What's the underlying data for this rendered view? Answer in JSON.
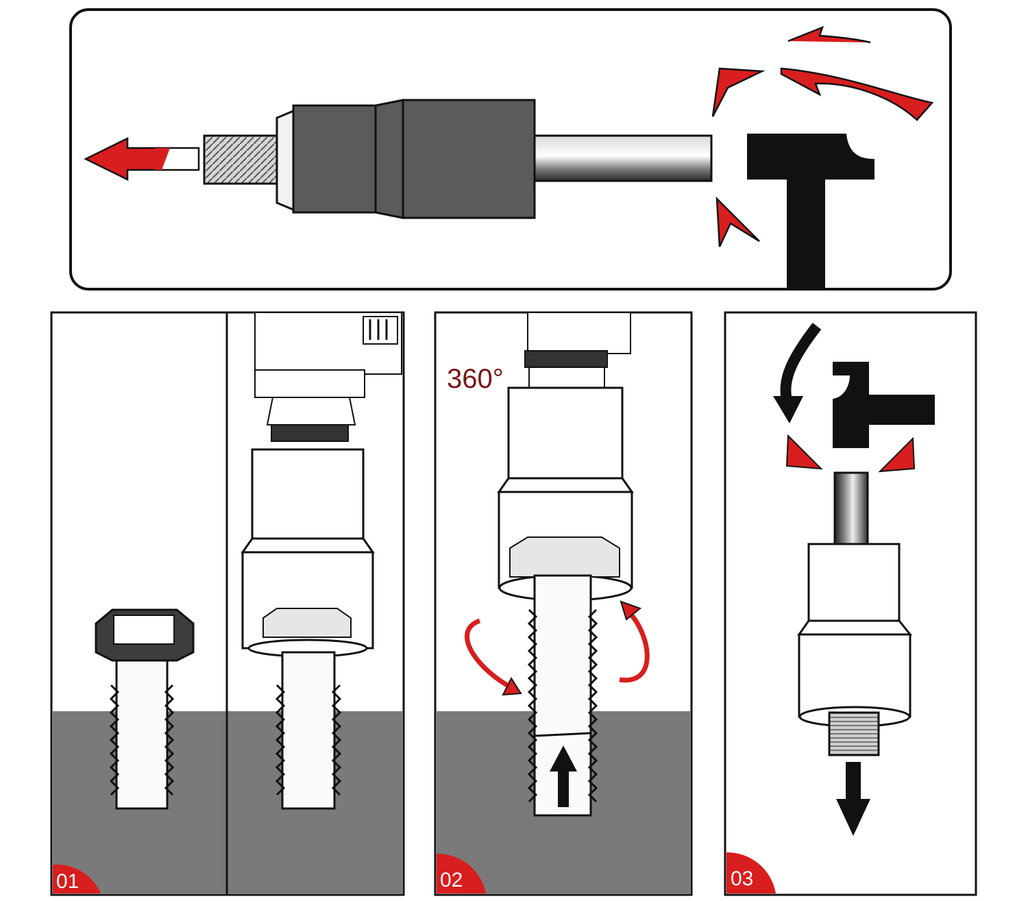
{
  "colors": {
    "accent_red": "#d81e1e",
    "dark_red_text": "#7a1414",
    "socket_dark": "#5b5b5b",
    "ground_gray": "#7a7a7a",
    "outline": "#111111",
    "background": "#ffffff"
  },
  "panels": {
    "step1": {
      "badge": "01"
    },
    "step2": {
      "badge": "02",
      "rotation_label": "360°"
    },
    "step3": {
      "badge": "03"
    }
  },
  "icons": [
    "hammer-icon",
    "red-curved-arrow-icon",
    "red-straight-arrow-icon",
    "black-curved-arrow-icon",
    "black-up-arrow-icon",
    "black-down-arrow-icon",
    "impact-mark-icon"
  ]
}
